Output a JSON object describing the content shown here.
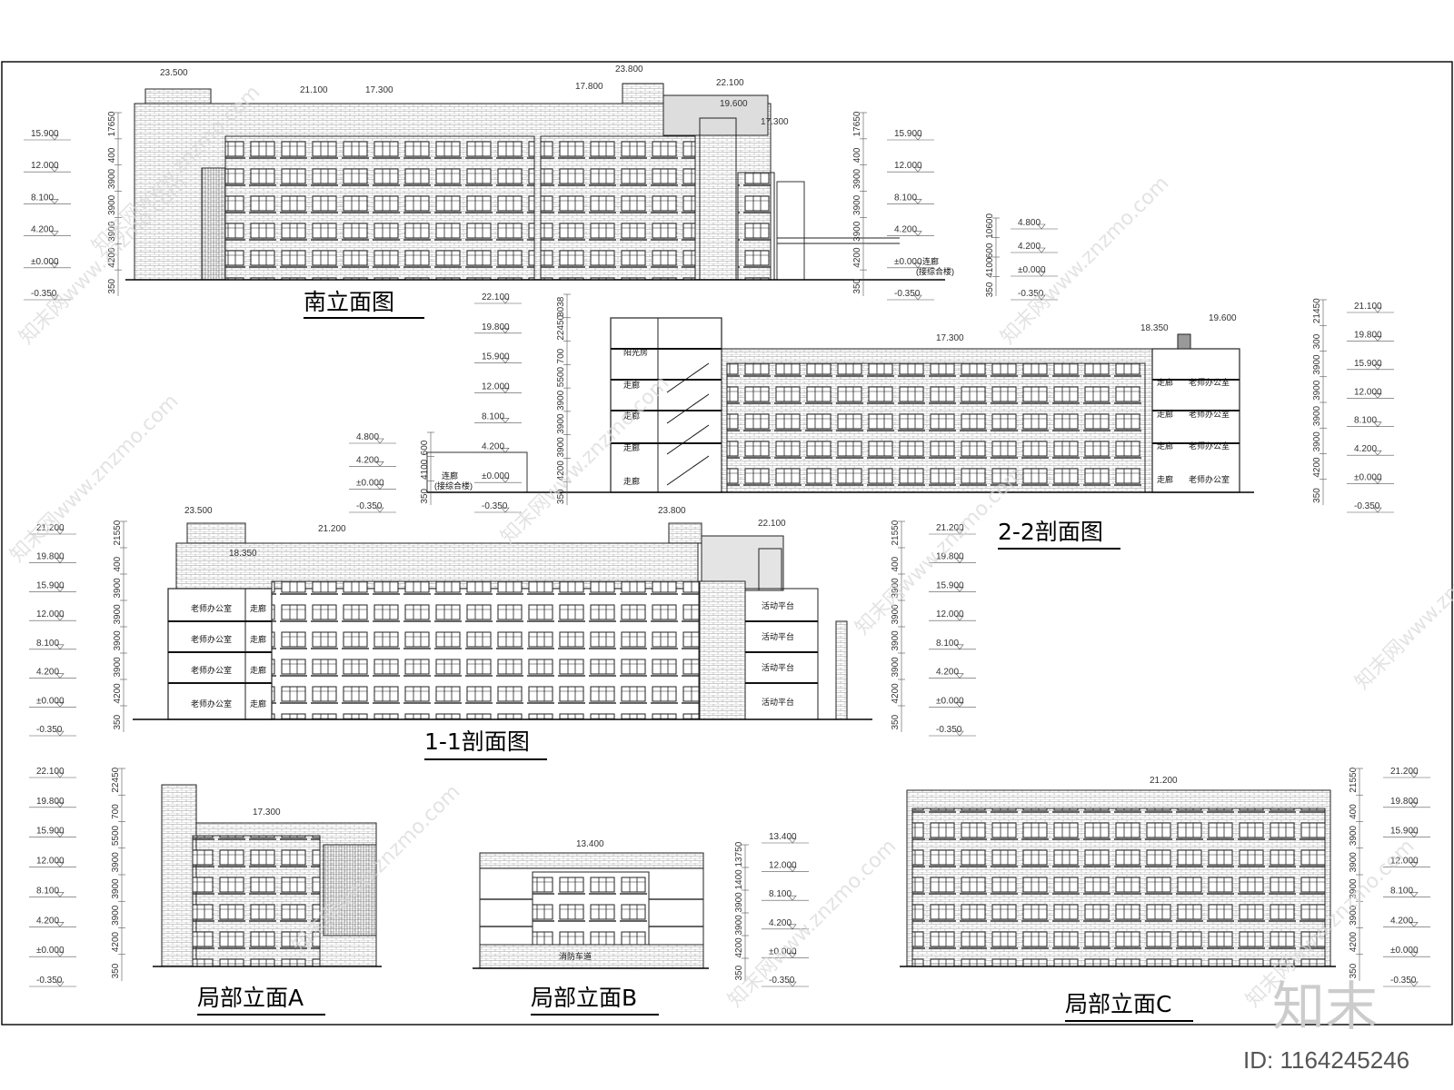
{
  "titles": {
    "south": "南立面图",
    "s22": "2-2剖面图",
    "s11": "1-1剖面图",
    "A": "局部立面A",
    "B": "局部立面B",
    "C": "局部立面C"
  },
  "elev_left_south": [
    "15.900",
    "12.000",
    "8.100",
    "4.200",
    "±0.000",
    "-0.350"
  ],
  "elev_mid_south": [
    "15.900",
    "12.000",
    "8.100",
    "4.200",
    "±0.000",
    "-0.350"
  ],
  "elev_corr_south": [
    "4.800",
    "4.200",
    "±0.000",
    "-0.350"
  ],
  "elev_s22_left": [
    "22.100",
    "19.800",
    "15.900",
    "12.000",
    "8.100",
    "4.200",
    "±0.000",
    "-0.350"
  ],
  "elev_s22_corr": [
    "4.800",
    "4.200",
    "±0.000",
    "-0.350"
  ],
  "elev_s22_right": [
    "21.100",
    "19.800",
    "15.900",
    "12.000",
    "8.100",
    "4.200",
    "±0.000",
    "-0.350"
  ],
  "elev_s11_left": [
    "21.200",
    "19.800",
    "15.900",
    "12.000",
    "8.100",
    "4.200",
    "±0.000",
    "-0.350"
  ],
  "elev_s11_right": [
    "21.200",
    "19.800",
    "15.900",
    "12.000",
    "8.100",
    "4.200",
    "±0.000",
    "-0.350"
  ],
  "elev_A": [
    "22.100",
    "19.800",
    "15.900",
    "12.000",
    "8.100",
    "4.200",
    "±0.000",
    "-0.350"
  ],
  "elev_B": [
    "13.400",
    "12.000",
    "8.100",
    "4.200",
    "±0.000",
    "-0.350"
  ],
  "elev_C": [
    "21.200",
    "19.800",
    "15.900",
    "12.000",
    "8.100",
    "4.200",
    "±0.000",
    "-0.350"
  ],
  "top_dims": {
    "south_a": "23.500",
    "south_b": "23.800",
    "south_c": "21.100",
    "south_d": "17.300",
    "south_e": "17.800",
    "south_f": "22.100",
    "south_g": "19.600",
    "south_h": "17.300",
    "s22_a": "17.300",
    "s22_b": "18.350",
    "s22_c": "19.600",
    "s11_a": "23.500",
    "s11_b": "21.200",
    "s11_c": "23.800",
    "s11_d": "22.100",
    "s11_e": "18.350",
    "A_a": "17.300",
    "B_a": "13.400",
    "C_a": "21.200"
  },
  "vert_dims": {
    "s1": [
      "350",
      "4200",
      "3900",
      "3900",
      "3900",
      "400",
      "17650"
    ],
    "s1m": [
      "350",
      "4200",
      "3900",
      "3900",
      "3900",
      "400",
      "17650"
    ],
    "corr": [
      "350",
      "4100",
      "600",
      "10600"
    ],
    "s22l": [
      "350",
      "4200",
      "3900",
      "3900",
      "3900",
      "5500",
      "700",
      "22450",
      "3038"
    ],
    "s22corr": [
      "350",
      "4100",
      "600"
    ],
    "s22r": [
      "350",
      "4200",
      "3900",
      "3900",
      "3900",
      "3900",
      "300",
      "21450"
    ],
    "s11l": [
      "350",
      "4200",
      "3900",
      "3900",
      "3900",
      "3900",
      "400",
      "21550"
    ],
    "s11r": [
      "350",
      "4200",
      "3900",
      "3900",
      "3900",
      "3900",
      "400",
      "21550"
    ],
    "A": [
      "350",
      "4200",
      "3900",
      "3900",
      "3900",
      "5500",
      "700",
      "22450"
    ],
    "B": [
      "350",
      "4200",
      "3900",
      "3900",
      "1400",
      "13750"
    ],
    "C": [
      "350",
      "4200",
      "3900",
      "3900",
      "3900",
      "3900",
      "400",
      "21550"
    ]
  },
  "labels": {
    "corridor_link": "连廊",
    "corridor_link_sub": "(接综合楼)",
    "sunroom": "阳光房",
    "hallway": "走廊",
    "office": "老师办公室",
    "platform": "活动平台",
    "fire_lane": "消防车道"
  },
  "watermark": "知末网www.znzmo.com",
  "brand": "知末",
  "image_id": "ID: 1164245246"
}
